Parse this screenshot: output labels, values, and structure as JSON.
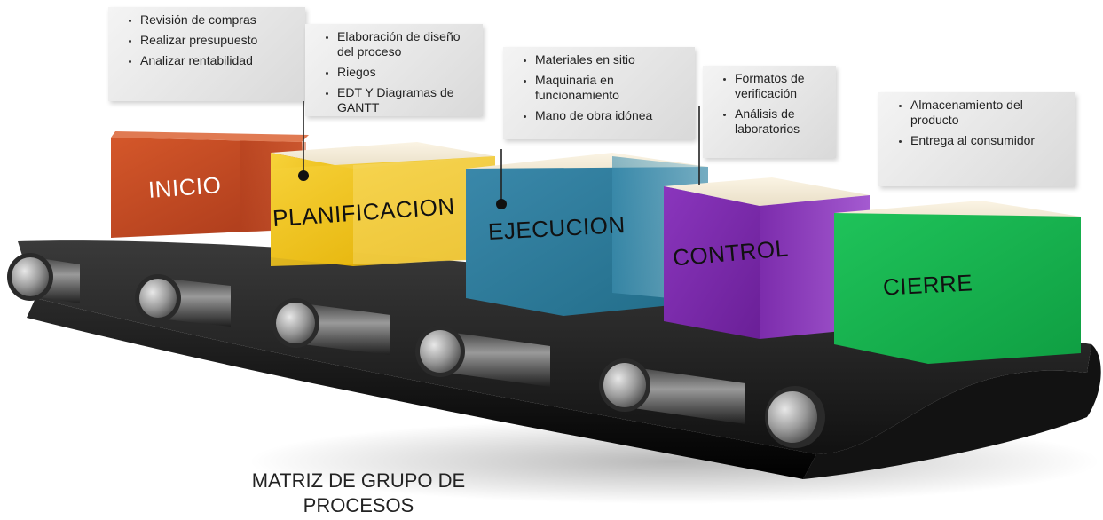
{
  "diagram": {
    "title": "MATRIZ DE GRUPO DE\nPROCESOS",
    "stages": [
      {
        "label": "INICIO",
        "color": "#c0451f",
        "bullets": [
          "Revisión de compras",
          "Realizar presupuesto",
          "Analizar rentabilidad"
        ]
      },
      {
        "label": "PLANIFICACION",
        "color": "#f2c200",
        "bullets": [
          "Elaboración de diseño del proceso",
          "Riegos",
          "EDT Y Diagramas de GANTT"
        ]
      },
      {
        "label": "EJECUCION",
        "color": "#2e7d9c",
        "bullets": [
          "Materiales en sitio",
          "Maquinaria en funcionamiento",
          "Mano de obra idónea"
        ]
      },
      {
        "label": "CONTROL",
        "color": "#7a2ba8",
        "bullets": [
          "Formatos de verificación",
          "Análisis de laboratorios"
        ]
      },
      {
        "label": "CIERRE",
        "color": "#13b04b",
        "bullets": [
          "Almacenamiento del producto",
          "Entrega al consumidor"
        ]
      }
    ]
  }
}
